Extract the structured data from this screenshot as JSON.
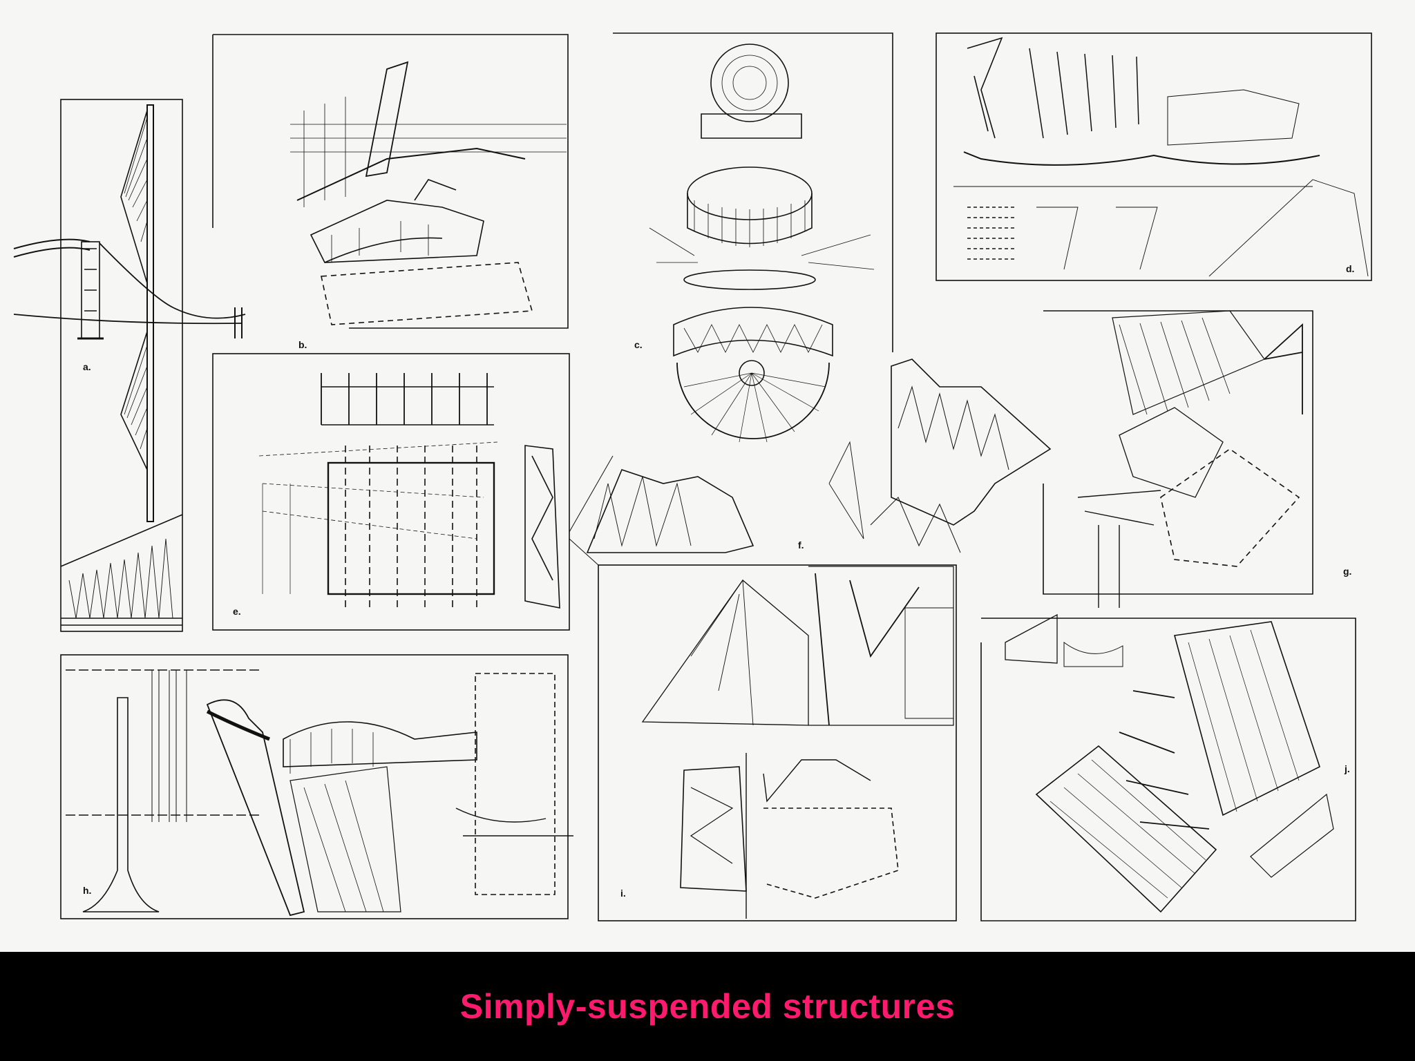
{
  "caption": "Simply-suspended structures",
  "panel_labels": {
    "a": "a.",
    "b": "b.",
    "c": "c.",
    "d": "d.",
    "e": "e.",
    "f": "f.",
    "g": "g.",
    "h": "h.",
    "i": "i.",
    "j": "j."
  },
  "colors": {
    "caption_text": "#ff1a6e",
    "caption_bar": "#000000",
    "plate_background": "#f6f6f4",
    "ink": "#111111"
  }
}
